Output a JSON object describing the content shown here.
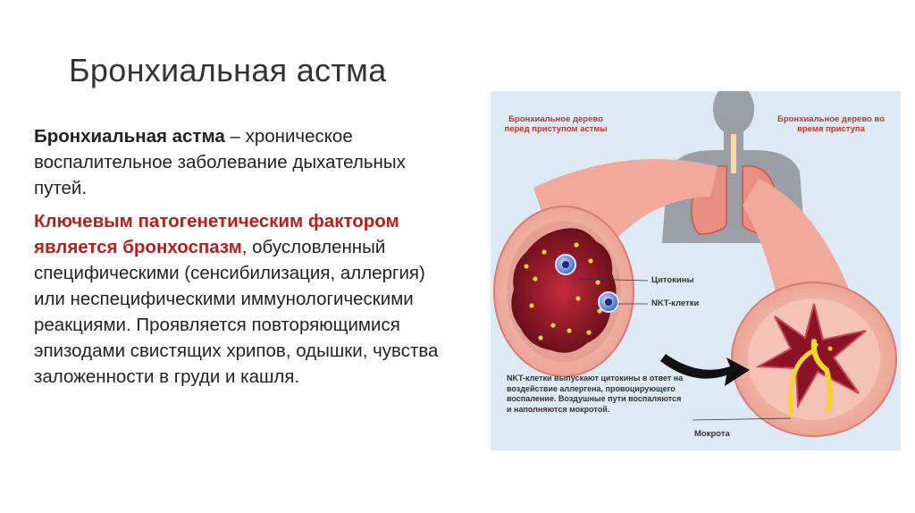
{
  "slide": {
    "title": "Бронхиальная астма"
  },
  "text": {
    "p1_term": "Бронхиальная астма",
    "p1_rest": " – хроническое воспалительное заболевание дыхательных путей.",
    "p2_key": "Ключевым патогенетическим фактором является бронхоспазм",
    "p2_rest": ", обусловленный специфическими (сенсибилизация, аллергия) или неспецифическими иммунологическими реакциями. Проявляется повторяющимися эпизодами свистящих хрипов, одышки, чувства заложенности в груди и кашля."
  },
  "figure": {
    "caption_before": "Бронхиальное дерево перед приступом астмы",
    "caption_during": "Бронхиальное дерево во время приступа",
    "label_cytokines": "Цитокины",
    "label_nkt": "NKT-клетки",
    "label_mucus": "Мокрота",
    "note": "NKT-клетки выпускают цитокины в ответ на воздействие аллергена, провоцирующего воспаление. Воздушные пути воспаляются и наполняются мокротой.",
    "colors": {
      "background": "#dde9f5",
      "tissue": "#f3b3a8",
      "inflamed": "#8a1324",
      "caption": "#c0392b",
      "mucus": "#f6d531"
    }
  }
}
